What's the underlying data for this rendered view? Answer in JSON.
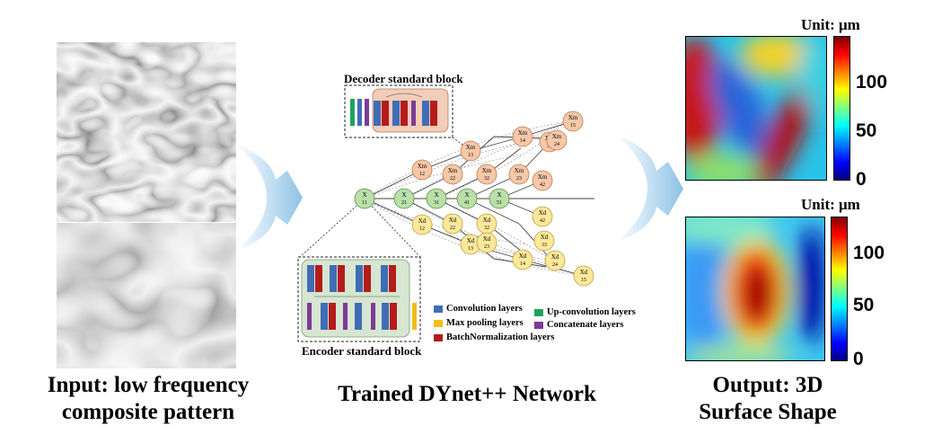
{
  "input": {
    "caption_line1": "Input: low frequency",
    "caption_line2": "composite pattern"
  },
  "network": {
    "caption": "Trained DYnet++ Network",
    "decoder_block_title": "Decoder standard block",
    "encoder_block_title": "Encoder standard block",
    "legend": [
      {
        "label": "Convolution layers",
        "color": "#3f6eb6"
      },
      {
        "label": "Max pooling layers",
        "color": "#f2bd1d"
      },
      {
        "label": "BatchNormalization layers",
        "color": "#b41c1c"
      },
      {
        "label": "Up-convolution layers",
        "color": "#1ea35a"
      },
      {
        "label": "Concatenate layers",
        "color": "#7b3b97"
      }
    ],
    "nodes": {
      "x": [
        {
          "l1": "X",
          "l2": "11"
        },
        {
          "l1": "X",
          "l2": "21"
        },
        {
          "l1": "X",
          "l2": "31"
        },
        {
          "l1": "X",
          "l2": "41"
        },
        {
          "l1": "X",
          "l2": "51"
        }
      ],
      "xm": [
        {
          "l1": "Xm",
          "l2": "12"
        },
        {
          "l1": "Xm",
          "l2": "22"
        },
        {
          "l1": "Xm",
          "l2": "32"
        },
        {
          "l1": "Xm",
          "l2": "42"
        },
        {
          "l1": "Xm",
          "l2": "13"
        },
        {
          "l1": "Xm",
          "l2": "23"
        },
        {
          "l1": "Xm",
          "l2": "33"
        },
        {
          "l1": "Xm",
          "l2": "14"
        },
        {
          "l1": "Xm",
          "l2": "24"
        },
        {
          "l1": "Xm",
          "l2": "15"
        }
      ],
      "xd": [
        {
          "l1": "Xd",
          "l2": "12"
        },
        {
          "l1": "Xd",
          "l2": "22"
        },
        {
          "l1": "Xd",
          "l2": "32"
        },
        {
          "l1": "Xd",
          "l2": "42"
        },
        {
          "l1": "Xd",
          "l2": "13"
        },
        {
          "l1": "Xd",
          "l2": "23"
        },
        {
          "l1": "Xd",
          "l2": "33"
        },
        {
          "l1": "Xd",
          "l2": "14"
        },
        {
          "l1": "Xd",
          "l2": "24"
        },
        {
          "l1": "Xd",
          "l2": "15"
        }
      ],
      "colors": {
        "x": "#b9e0a8",
        "xm": "#f6c7a8",
        "xd": "#fde89a"
      }
    }
  },
  "output": {
    "caption_line1": "Output: 3D",
    "caption_line2": "Surface Shape",
    "unit_top": "Unit: μm",
    "unit_bottom": "Unit: μm",
    "colorbar_top_ticks": [
      "100",
      "50",
      "0"
    ],
    "colorbar_bottom_ticks": [
      "100",
      "50",
      "0"
    ]
  },
  "colors": {
    "arrow": "#9cc8e8",
    "decoder_box": "#f3cdb8",
    "encoder_box": "#d7e6d0"
  }
}
